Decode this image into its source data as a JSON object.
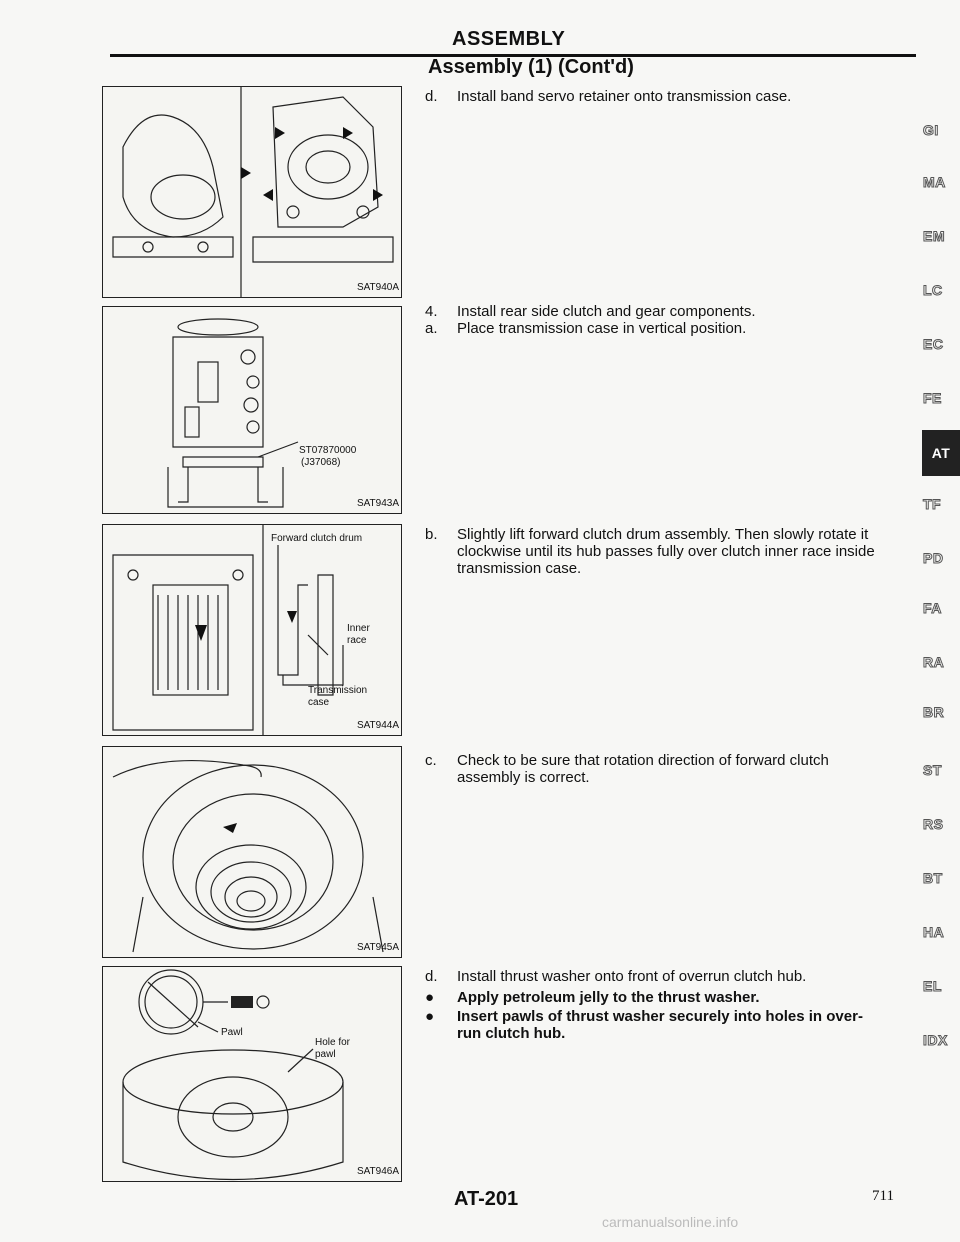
{
  "header": {
    "section": "ASSEMBLY",
    "subtitle": "Assembly (1) (Cont'd)"
  },
  "steps": [
    {
      "label": "d.",
      "lines": [
        "Install band servo retainer onto transmission case."
      ],
      "bold": false
    },
    {
      "label": "4.",
      "lines": [
        "Install rear side clutch and gear components."
      ],
      "bold": false
    },
    {
      "label": "a.",
      "lines": [
        "Place transmission case in vertical position."
      ],
      "bold": false
    },
    {
      "label": "b.",
      "lines": [
        "Slightly lift forward clutch drum assembly. Then slowly rotate it",
        "clockwise until its hub passes fully over clutch inner race inside",
        "transmission case."
      ],
      "bold": false
    },
    {
      "label": "c.",
      "lines": [
        "Check to be sure that rotation direction of forward clutch",
        "assembly is correct."
      ],
      "bold": false
    },
    {
      "label": "d.",
      "lines": [
        "Install thrust washer onto front of overrun clutch hub."
      ],
      "bold": false
    },
    {
      "label": "●",
      "lines": [
        "Apply petroleum jelly to the thrust washer."
      ],
      "bold": true
    },
    {
      "label": "●",
      "lines": [
        "Insert pawls of thrust washer securely into holes in over-",
        "run clutch hub."
      ],
      "bold": true
    }
  ],
  "figures": [
    {
      "code": "SAT940A",
      "callouts": []
    },
    {
      "code": "SAT943A",
      "callouts": [
        "ST07870000",
        "(J37068)"
      ]
    },
    {
      "code": "SAT944A",
      "callouts": [
        "Forward clutch drum",
        "Inner",
        "race",
        "Transmission",
        "case"
      ]
    },
    {
      "code": "SAT945A",
      "callouts": []
    },
    {
      "code": "SAT946A",
      "callouts": [
        "Pawl",
        "Hole for",
        "pawl"
      ]
    }
  ],
  "side_tabs": [
    "GI",
    "MA",
    "EM",
    "LC",
    "EC",
    "FE",
    "AT",
    "TF",
    "PD",
    "FA",
    "RA",
    "BR",
    "ST",
    "RS",
    "BT",
    "HA",
    "EL",
    "IDX"
  ],
  "active_tab": "AT",
  "footer": {
    "page_label": "AT-201",
    "page_number": "711"
  },
  "watermark": "carmanualsonline.info"
}
